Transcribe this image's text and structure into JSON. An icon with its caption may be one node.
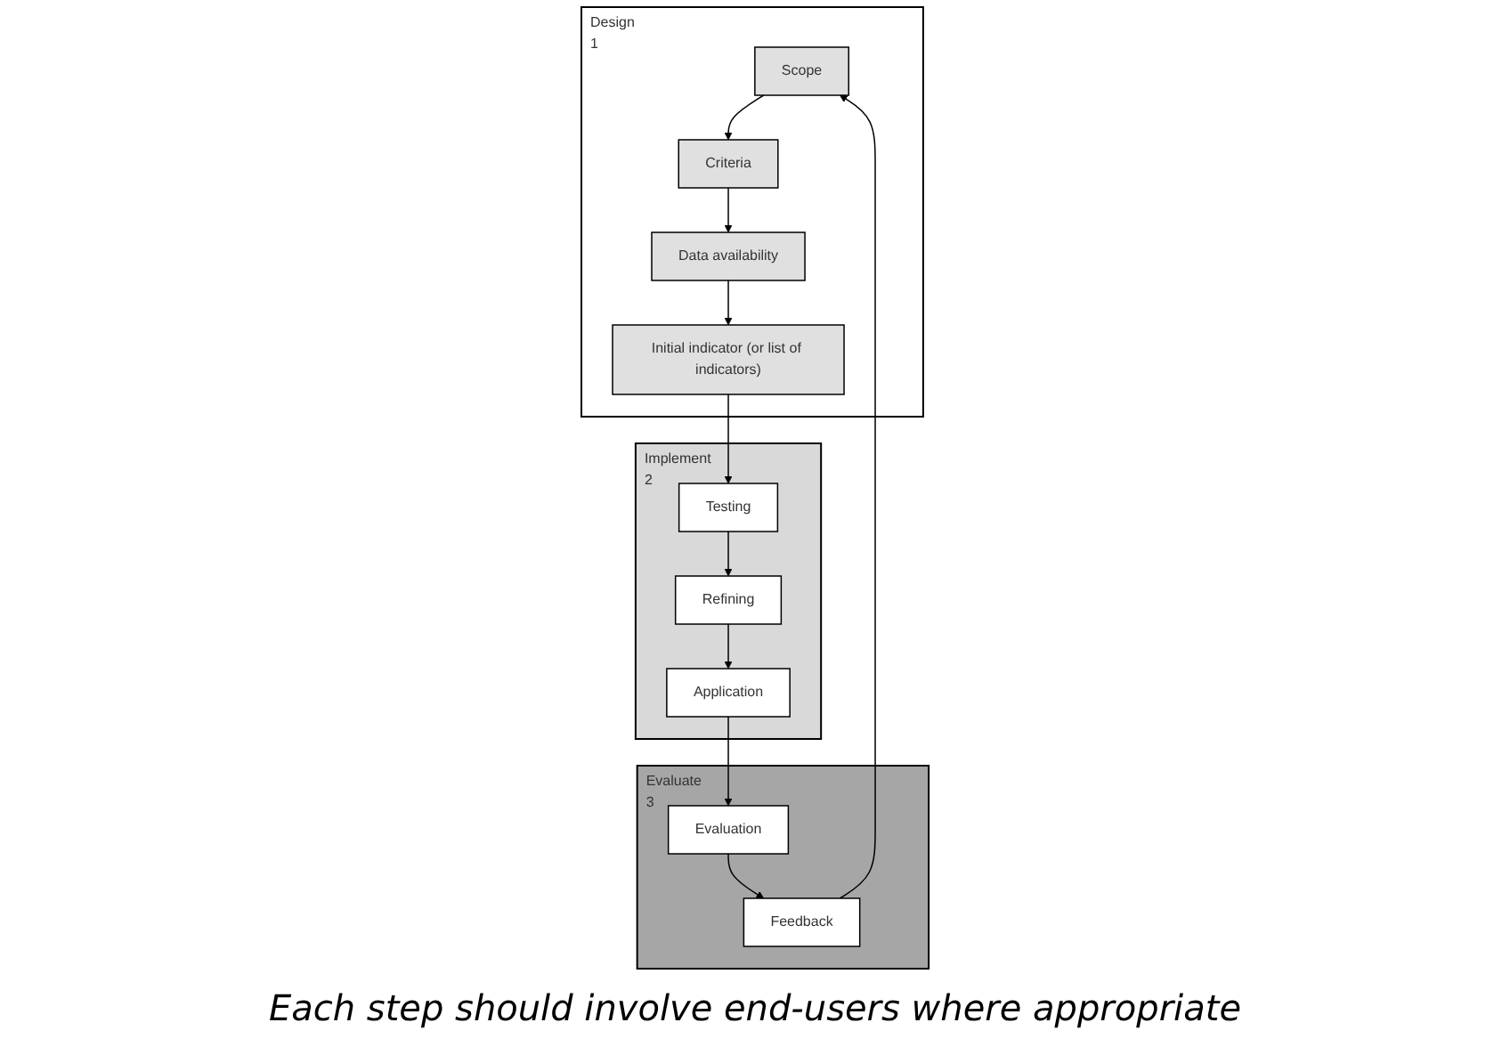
{
  "diagram": {
    "caption": "Each step should involve end-users where appropriate",
    "nodes": [
      {
        "text": [
          "Design",
          "1"
        ]
      },
      {
        "text": [
          "Scope"
        ],
        "in": 0
      },
      {
        "text": [
          "Criteria"
        ],
        "in": 0
      },
      {
        "text": [
          "Data availability"
        ],
        "in": 0
      },
      {
        "text": [
          "Initial indicator (or list of indicators)"
        ],
        "in": 0
      },
      {
        "text": [
          "Implement",
          "2"
        ]
      },
      {
        "text": [
          "Testing"
        ],
        "in": 5
      },
      {
        "text": [
          "Refining"
        ],
        "in": 5
      },
      {
        "text": [
          "Application"
        ],
        "in": 5
      },
      {
        "text": [
          "Evaluate",
          "3"
        ]
      },
      {
        "text": [
          "Evaluation"
        ],
        "in": 9
      },
      {
        "text": [
          "Feedback"
        ],
        "in": 9
      }
    ],
    "edges": [
      {
        "from": 1,
        "to": 2,
        "arrow": "to"
      },
      {
        "from": 2,
        "to": 3,
        "arrow": "to"
      },
      {
        "from": 3,
        "to": 4,
        "arrow": "to"
      },
      {
        "from": 4,
        "to": 6,
        "arrow": "to"
      },
      {
        "from": 6,
        "to": 7,
        "arrow": "to"
      },
      {
        "from": 7,
        "to": 8,
        "arrow": "to"
      },
      {
        "from": 8,
        "to": 10,
        "arrow": "to"
      },
      {
        "from": 10,
        "to": 11,
        "arrow": "to"
      },
      {
        "from": 11,
        "to": 1,
        "arrow": "to"
      }
    ]
  }
}
